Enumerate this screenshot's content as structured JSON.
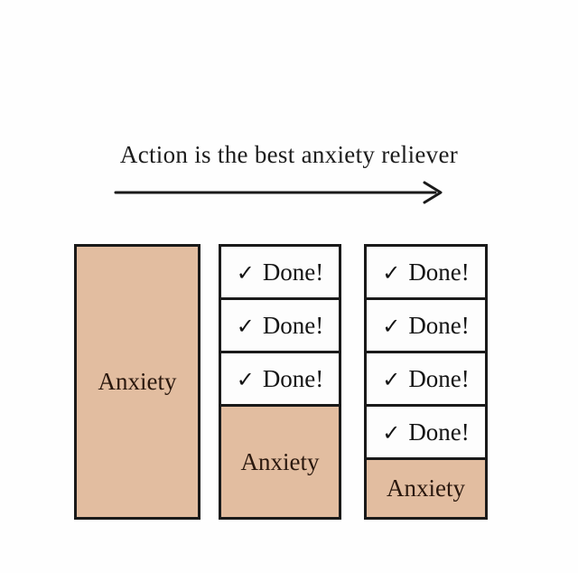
{
  "title": "Action is the best anxiety reliever",
  "labels": {
    "done": "Done!",
    "anxiety": "Anxiety",
    "check_icon": "✓"
  },
  "colors": {
    "anxiety_fill": "#e2bda0",
    "done_fill": "#fdfdfd",
    "border": "#1a1a1a",
    "text": "#1c1c1c",
    "background": "#fefefe"
  },
  "arrow": {
    "direction": "right"
  },
  "columns": [
    {
      "name": "column-anxiety-only",
      "segments": [
        {
          "type": "anxiety"
        }
      ]
    },
    {
      "name": "column-three-done",
      "segments": [
        {
          "type": "done"
        },
        {
          "type": "done"
        },
        {
          "type": "done"
        },
        {
          "type": "anxiety"
        }
      ]
    },
    {
      "name": "column-four-done",
      "segments": [
        {
          "type": "done"
        },
        {
          "type": "done"
        },
        {
          "type": "done"
        },
        {
          "type": "done"
        },
        {
          "type": "anxiety"
        }
      ]
    }
  ]
}
